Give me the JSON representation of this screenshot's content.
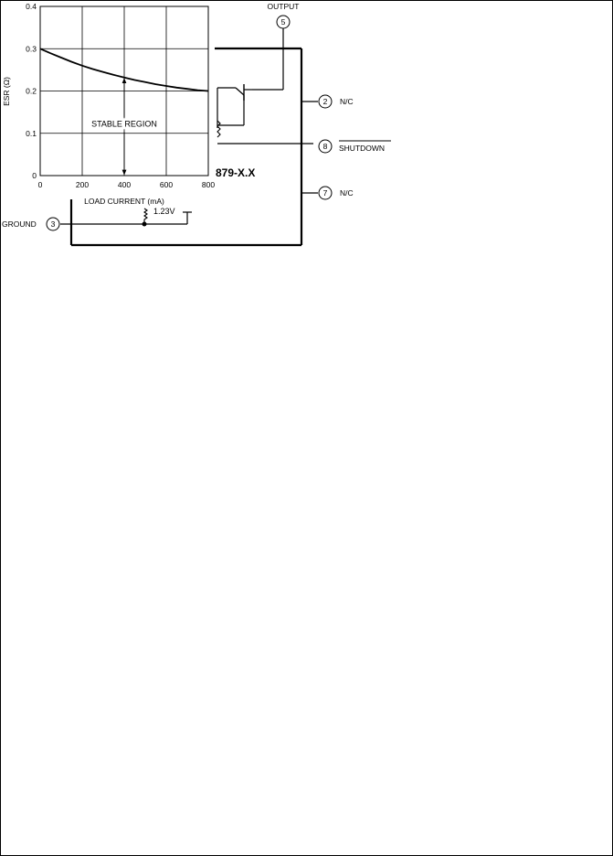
{
  "schematic": {
    "part_label": "879-X.X",
    "ref_voltage": "1.23V",
    "pins": [
      {
        "num": "5",
        "name": "OUTPUT"
      },
      {
        "num": "2",
        "name": "N/C"
      },
      {
        "num": "8",
        "name": "SHUTDOWN"
      },
      {
        "num": "7",
        "name": "N/C"
      },
      {
        "num": "3",
        "name": "GROUND"
      }
    ]
  },
  "chart_data": {
    "type": "line",
    "xlabel": "LOAD CURRENT (mA)",
    "ylabel": "ESR (Ω)",
    "xlim": [
      0,
      800
    ],
    "ylim": [
      0,
      0.4
    ],
    "xticks": [
      "0",
      "200",
      "400",
      "600",
      "800"
    ],
    "yticks": [
      "0",
      "0.1",
      "0.2",
      "0.3",
      "0.4"
    ],
    "grid": true,
    "annotation": "STABLE REGION",
    "annotation_x": 400,
    "series": [
      {
        "x": [
          0,
          50,
          100,
          150,
          200,
          250,
          300,
          350,
          400,
          450,
          500,
          550,
          600,
          650,
          700,
          750,
          800
        ],
        "values": [
          0.3,
          0.289,
          0.279,
          0.269,
          0.26,
          0.252,
          0.245,
          0.238,
          0.232,
          0.226,
          0.221,
          0.216,
          0.212,
          0.208,
          0.205,
          0.202,
          0.2
        ]
      }
    ]
  }
}
